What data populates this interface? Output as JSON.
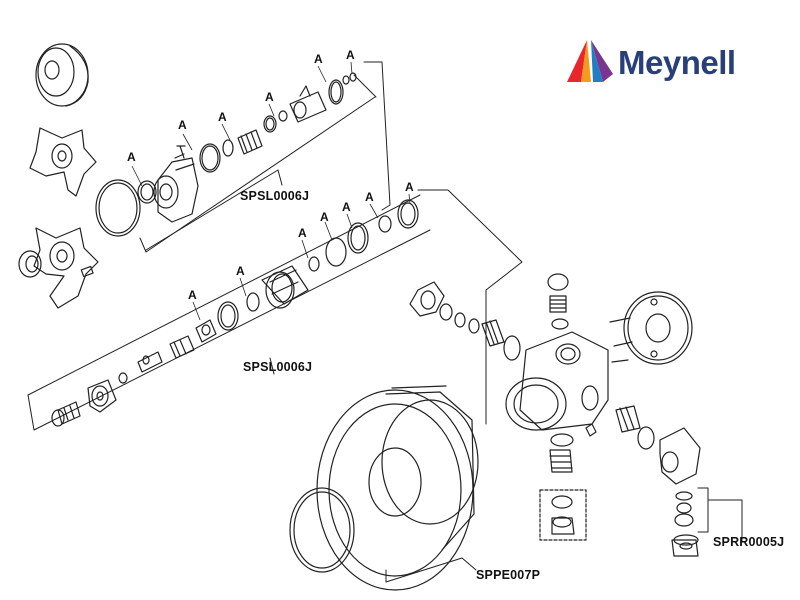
{
  "brand": {
    "name": "Meynell",
    "logo_colors": [
      "#e8262c",
      "#f39a1f",
      "#1f7fc2",
      "#7a3590",
      "#283f7a"
    ]
  },
  "labels": {
    "a_marker": "A",
    "cartridge_kit_upper": "SPSL0006J",
    "cartridge_kit_lower": "SPSL0006J",
    "plate_kit": "SPPE007P",
    "connector_kit": "SPRR0005J"
  },
  "line_color": "#222222"
}
